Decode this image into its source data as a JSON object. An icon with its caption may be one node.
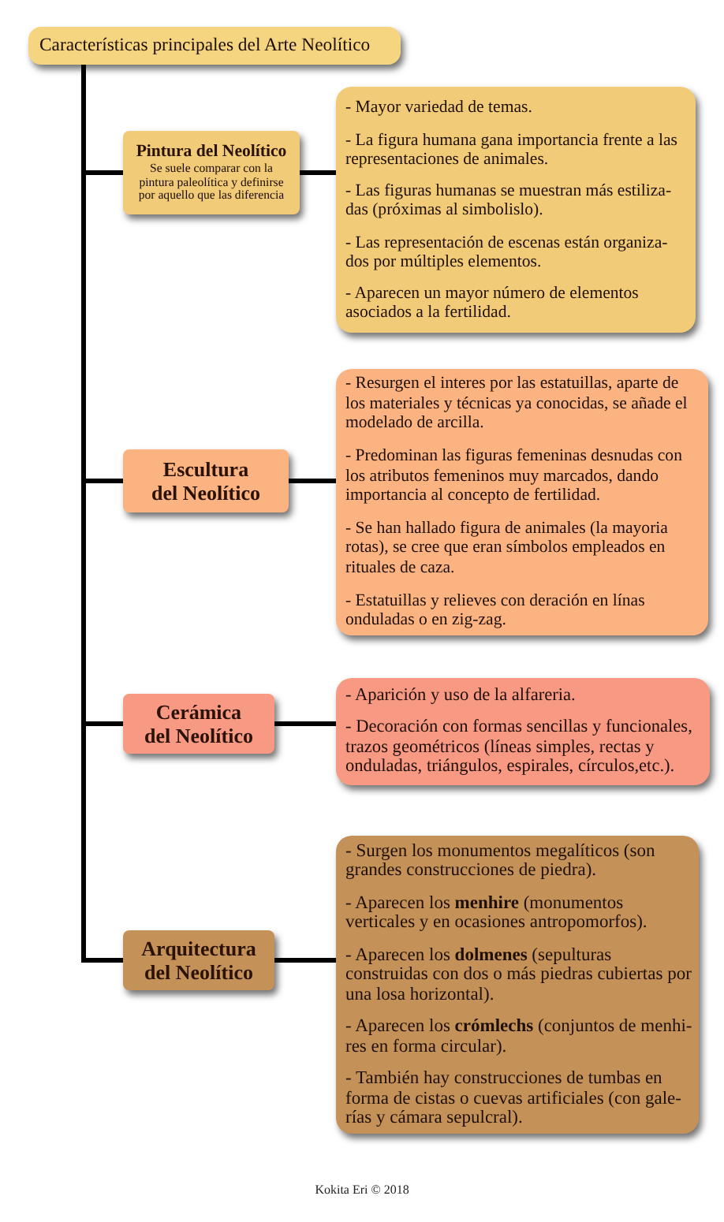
{
  "diagram": {
    "nodes": [
      {
        "text": [
          "Características principales del Arte Neolítico"
        ]
      },
      {
        "text": [
          "Pintura del Neolítico",
          "Se suele comparar con la pintura paleolítica y definirse por aquello que las diferencia"
        ]
      },
      {
        "text": [
          "- Mayor variedad de temas.",
          "- La figura humana gana importancia frente a las representaciones de animales.",
          "- Las figuras humanas se muestran más estiliza-das (próximas al simbolislo).",
          "- Las representación de escenas están organiza-dos por múltiples elementos.",
          "- Aparecen un mayor número de elementos asociados a la fertilidad."
        ]
      },
      {
        "text": [
          "Escultura del Neolítico"
        ]
      },
      {
        "text": [
          "- Resurgen el interes por las estatuillas, aparte de los materiales y técnicas ya conocidas, se añade el modelado de arcilla.",
          "- Predominan las figuras femeninas desnudas con los atributos femeninos muy marcados, dando importancia al concepto de fertilidad.",
          "- Se han hallado figura de animales (la mayoria rotas), se cree que eran símbolos empleados en rituales de caza.",
          "- Estatuillas y relieves con deración en línas onduladas o en zig-zag."
        ]
      },
      {
        "text": [
          "Cerámica del Neolítico"
        ]
      },
      {
        "text": [
          "- Aparición y uso de la alfareria.",
          "- Decoración con formas sencillas y funcionales, trazos geométricos (líneas simples, rectas y onduladas, triángulos, espirales, círculos,etc.)."
        ]
      },
      {
        "text": [
          "Arquitectura del Neolítico"
        ]
      },
      {
        "text": [
          "- Surgen los monumentos megalíticos (son grandes construcciones de piedra).",
          "- Aparecen los **menhire** (monumentos verticales y en ocasiones antropomorfos).",
          "- Aparecen los **dolmenes** (sepulturas construidas con dos o más piedras cubiertas por una losa horizontal).",
          "- Aparecen los **crómlechs** (conjuntos de menhi-res en forma circular).",
          "- También hay construcciones de tumbas en forma de cistas o cuevas artificiales (con gale-rías y cámara sepulcral)."
        ]
      }
    ],
    "edges": [
      {
        "from": 0,
        "to": 1,
        "arrow": "none"
      },
      {
        "from": 1,
        "to": 2,
        "arrow": "none"
      },
      {
        "from": 0,
        "to": 3,
        "arrow": "none"
      },
      {
        "from": 3,
        "to": 4,
        "arrow": "none"
      },
      {
        "from": 0,
        "to": 5,
        "arrow": "none"
      },
      {
        "from": 5,
        "to": 6,
        "arrow": "none"
      },
      {
        "from": 0,
        "to": 7,
        "arrow": "none"
      },
      {
        "from": 7,
        "to": 8,
        "arrow": "none"
      }
    ],
    "labels": [
      "Kokita Eri © 2018"
    ]
  }
}
